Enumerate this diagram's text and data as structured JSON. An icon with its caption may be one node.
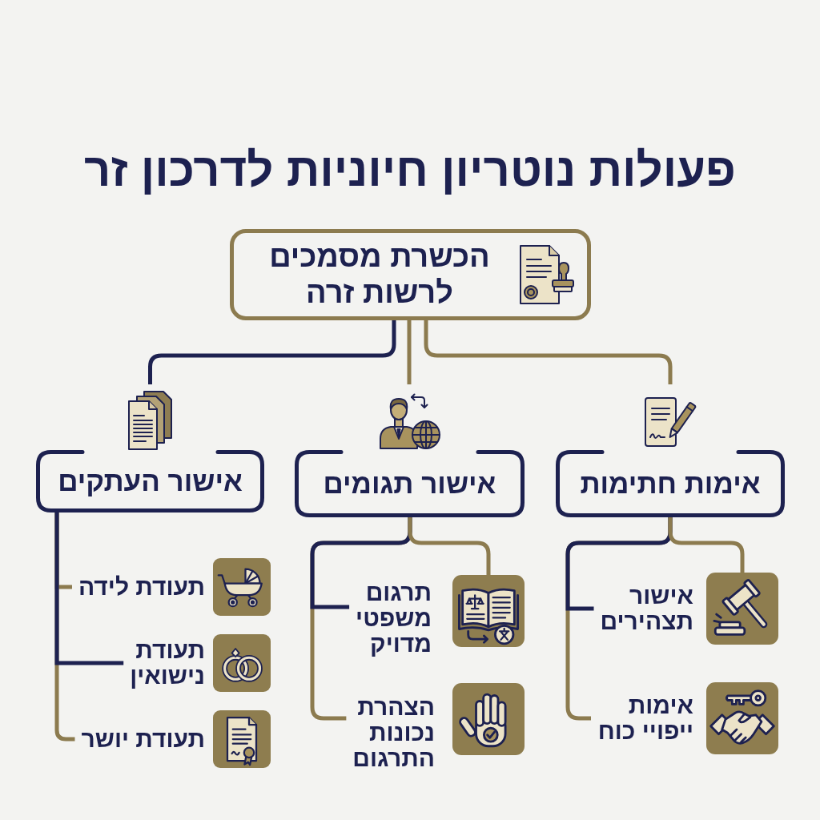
{
  "diagram": {
    "title": "פעולות נוטריון חיוניות לדרכון זר",
    "nodes": [
      {
        "text": [
          "הכשרת מסמכים לרשות זרה"
        ]
      },
      {
        "text": [
          "אימות חתימות"
        ]
      },
      {
        "text": [
          "אישור תגומים"
        ]
      },
      {
        "text": [
          "אישור העתקים"
        ]
      },
      {
        "text": [
          "אישור תצהירים"
        ]
      },
      {
        "text": [
          "אימות ייפויי כוח"
        ]
      },
      {
        "text": [
          "תרגום משפטי מדויק"
        ]
      },
      {
        "text": [
          "הצהרת נכונות התרגום"
        ]
      },
      {
        "text": [
          "תעודת לידה"
        ]
      },
      {
        "text": [
          "תעודת נישואין"
        ]
      },
      {
        "text": [
          "תעודת יושר"
        ]
      }
    ],
    "edges": [
      {
        "from": 0,
        "to": 1,
        "arrow": "none"
      },
      {
        "from": 0,
        "to": 2,
        "arrow": "none"
      },
      {
        "from": 0,
        "to": 3,
        "arrow": "none",
        "color": "#1d2150"
      },
      {
        "from": 1,
        "to": 4,
        "arrow": "none",
        "color": "#1d2150"
      },
      {
        "from": 1,
        "to": 4,
        "arrow": "none"
      },
      {
        "from": 1,
        "to": 5,
        "arrow": "none"
      },
      {
        "from": 2,
        "to": 6,
        "arrow": "none",
        "color": "#1d2150"
      },
      {
        "from": 2,
        "to": 6,
        "arrow": "none"
      },
      {
        "from": 2,
        "to": 7,
        "arrow": "none"
      },
      {
        "from": 3,
        "to": 8,
        "arrow": "none"
      },
      {
        "from": 3,
        "to": 9,
        "arrow": "none",
        "color": "#1d2150"
      },
      {
        "from": 3,
        "to": 10,
        "arrow": "none"
      }
    ]
  }
}
